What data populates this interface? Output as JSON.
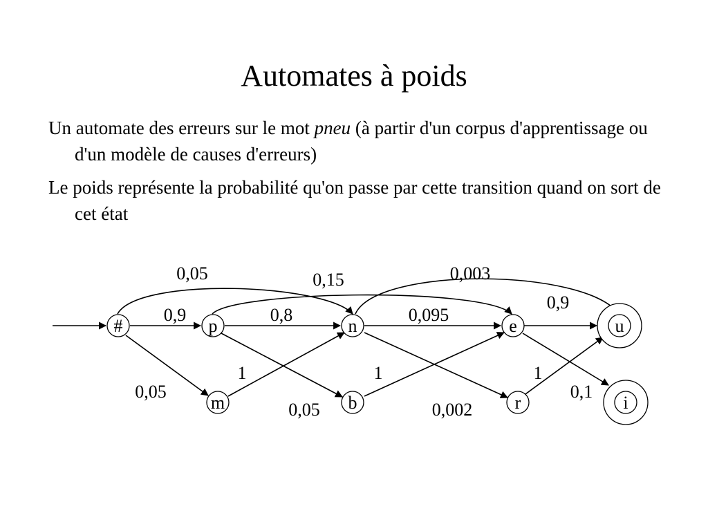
{
  "slide": {
    "title": "Automates à poids",
    "bullets": [
      {
        "before": "Un automate des erreurs sur le mot ",
        "emphasis": "pneu",
        "after": " (à partir d'un corpus d'apprentissage ou d'un modèle de causes d'erreurs)"
      },
      {
        "before": "Le poids représente la probabilité qu'on passe par cette transition quand on sort de cet état",
        "emphasis": "",
        "after": ""
      }
    ]
  },
  "automaton": {
    "initial_state": "#",
    "final_states": [
      "u",
      "i"
    ],
    "states": [
      {
        "id": "#",
        "label": "#"
      },
      {
        "id": "p",
        "label": "p"
      },
      {
        "id": "n",
        "label": "n"
      },
      {
        "id": "e",
        "label": "e"
      },
      {
        "id": "u",
        "label": "u"
      },
      {
        "id": "m",
        "label": "m"
      },
      {
        "id": "b",
        "label": "b"
      },
      {
        "id": "r",
        "label": "r"
      },
      {
        "id": "i",
        "label": "i"
      }
    ],
    "transitions": [
      {
        "from": "#",
        "to": "p",
        "weight": "0,9"
      },
      {
        "from": "#",
        "to": "n",
        "weight": "0,05"
      },
      {
        "from": "#",
        "to": "m",
        "weight": "0,05"
      },
      {
        "from": "p",
        "to": "n",
        "weight": "0,8"
      },
      {
        "from": "p",
        "to": "e",
        "weight": "0,15"
      },
      {
        "from": "p",
        "to": "b",
        "weight": "0,05"
      },
      {
        "from": "m",
        "to": "n",
        "weight": "1"
      },
      {
        "from": "n",
        "to": "e",
        "weight": "0,095"
      },
      {
        "from": "n",
        "to": "u",
        "weight": "0,003"
      },
      {
        "from": "n",
        "to": "r",
        "weight": "0,002"
      },
      {
        "from": "b",
        "to": "e",
        "weight": "1"
      },
      {
        "from": "e",
        "to": "u",
        "weight": "0,9"
      },
      {
        "from": "e",
        "to": "i",
        "weight": "0,1"
      },
      {
        "from": "r",
        "to": "u",
        "weight": "1"
      }
    ]
  }
}
